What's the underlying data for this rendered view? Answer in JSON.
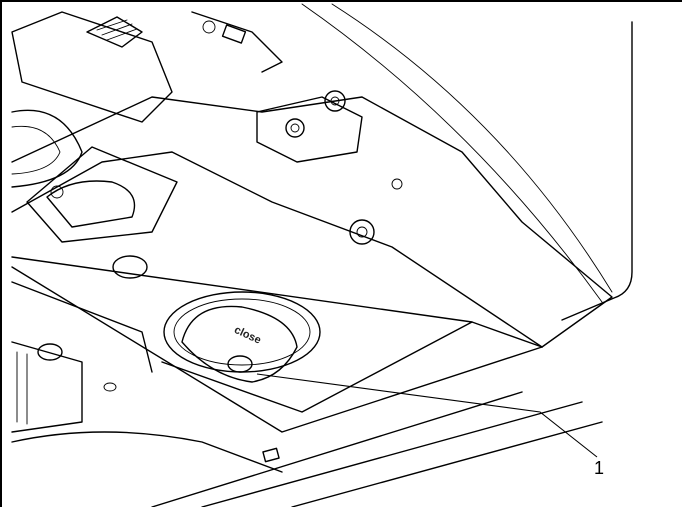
{
  "figure": {
    "callouts": [
      {
        "id": "1",
        "label": "1",
        "target": "close-knob"
      }
    ],
    "knob_engraving": "close"
  }
}
